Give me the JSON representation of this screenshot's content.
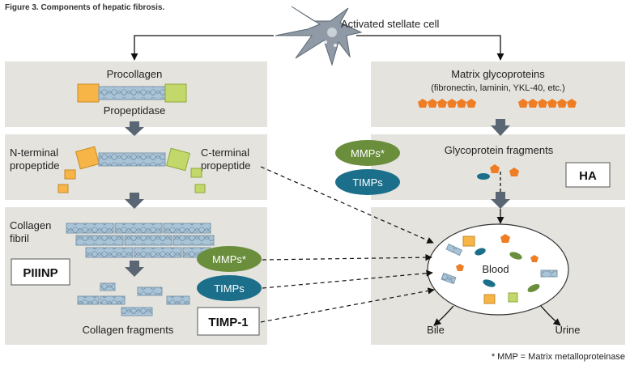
{
  "figure_title": "Figure 3. Components of hepatic fibrosis.",
  "stellate_cell": "Activated stellate cell",
  "left": {
    "procollagen": "Procollagen",
    "propeptidase": "Propeptidase",
    "n_terminal_1": "N-terminal",
    "n_terminal_2": "propeptide",
    "c_terminal_1": "C-terminal",
    "c_terminal_2": "propeptide",
    "collagen_1": "Collagen",
    "collagen_2": "fibril",
    "piiinp": "PIIINP",
    "mmps": "MMPs*",
    "timps": "TIMPs",
    "timp1": "TIMP-1",
    "fragments": "Collagen fragments"
  },
  "right": {
    "matrix": "Matrix glycoproteins",
    "matrix_sub": "(fibronectin, laminin, YKL-40, etc.)",
    "mmps": "MMPs*",
    "timps": "TIMPs",
    "glyco_frag": "Glycoprotein fragments",
    "ha": "HA",
    "blood": "Blood",
    "bile": "Bile",
    "urine": "Urine"
  },
  "footnote": "* MMP = Matrix metalloproteinase",
  "colors": {
    "panel": "#e4e3dd",
    "mmps_green": "#6b8e3d",
    "timps_teal": "#1b6f8a",
    "orange": "#ee7d24",
    "fibril_blue": "#a9c3d7",
    "arrow_gray": "#5a6673"
  }
}
